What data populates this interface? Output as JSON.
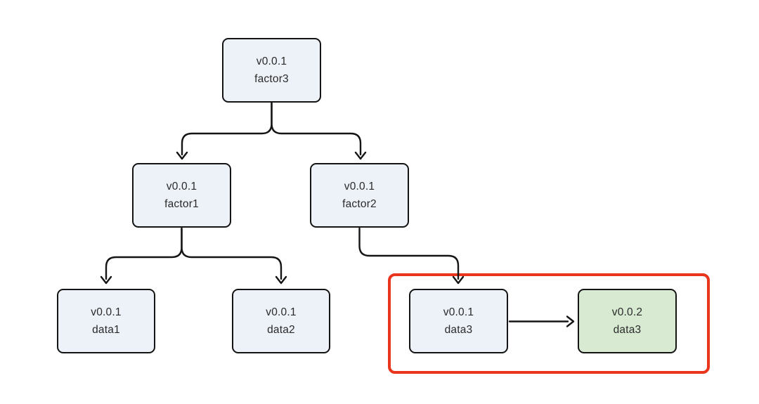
{
  "diagram": {
    "type": "dependency-tree",
    "background_color": "#ffffff",
    "node_border_color": "#141414",
    "node_fill_default": "#edf1f8",
    "node_fill_updated": "#d9ead3",
    "edge_color": "#151515",
    "highlight_box_color": "#e8351c",
    "nodes": [
      {
        "version": "v0.0.1",
        "name": "factor3"
      },
      {
        "version": "v0.0.1",
        "name": "factor1"
      },
      {
        "version": "v0.0.1",
        "name": "factor2"
      },
      {
        "version": "v0.0.1",
        "name": "data1"
      },
      {
        "version": "v0.0.1",
        "name": "data2"
      },
      {
        "version": "v0.0.1",
        "name": "data3"
      },
      {
        "version": "v0.0.2",
        "name": "data3"
      }
    ],
    "edges": [
      {
        "from": "factor3",
        "to": "factor1"
      },
      {
        "from": "factor3",
        "to": "factor2"
      },
      {
        "from": "factor1",
        "to": "data1"
      },
      {
        "from": "factor1",
        "to": "data2"
      },
      {
        "from": "factor2",
        "to": "data3 v0.0.1"
      },
      {
        "from": "data3 v0.0.1",
        "to": "data3 v0.0.2"
      }
    ],
    "highlighted_nodes": [
      "data3 v0.0.1",
      "data3 v0.0.2"
    ]
  }
}
